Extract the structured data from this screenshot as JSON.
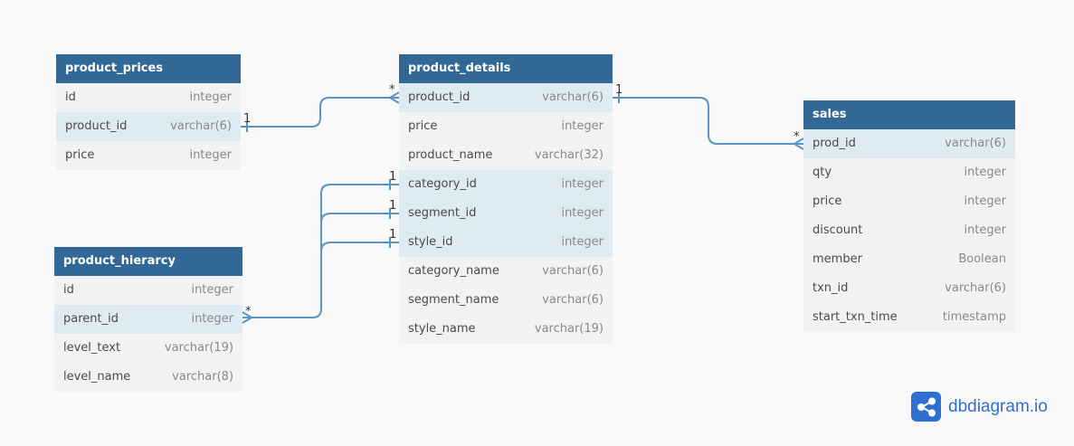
{
  "tables": {
    "product_prices": {
      "name": "product_prices",
      "columns": [
        {
          "name": "id",
          "type": "integer"
        },
        {
          "name": "product_id",
          "type": "varchar(6)"
        },
        {
          "name": "price",
          "type": "integer"
        }
      ]
    },
    "product_hierarcy": {
      "name": "product_hierarcy",
      "columns": [
        {
          "name": "id",
          "type": "integer"
        },
        {
          "name": "parent_id",
          "type": "integer"
        },
        {
          "name": "level_text",
          "type": "varchar(19)"
        },
        {
          "name": "level_name",
          "type": "varchar(8)"
        }
      ]
    },
    "product_details": {
      "name": "product_details",
      "columns": [
        {
          "name": "product_id",
          "type": "varchar(6)"
        },
        {
          "name": "price",
          "type": "integer"
        },
        {
          "name": "product_name",
          "type": "varchar(32)"
        },
        {
          "name": "category_id",
          "type": "integer"
        },
        {
          "name": "segment_id",
          "type": "integer"
        },
        {
          "name": "style_id",
          "type": "integer"
        },
        {
          "name": "category_name",
          "type": "varchar(6)"
        },
        {
          "name": "segment_name",
          "type": "varchar(6)"
        },
        {
          "name": "style_name",
          "type": "varchar(19)"
        }
      ]
    },
    "sales": {
      "name": "sales",
      "columns": [
        {
          "name": "prod_id",
          "type": "varchar(6)"
        },
        {
          "name": "qty",
          "type": "integer"
        },
        {
          "name": "price",
          "type": "integer"
        },
        {
          "name": "discount",
          "type": "integer"
        },
        {
          "name": "member",
          "type": "Boolean"
        },
        {
          "name": "txn_id",
          "type": "varchar(6)"
        },
        {
          "name": "start_txn_time",
          "type": "timestamp"
        }
      ]
    }
  },
  "relations": {
    "prices_to_details": {
      "from_card": "1",
      "to_card": "*"
    },
    "details_to_sales": {
      "from_card": "1",
      "to_card": "*"
    },
    "category_to_hierarchy": {
      "from_card": "1"
    },
    "segment_to_hierarchy": {
      "from_card": "1"
    },
    "style_to_hierarchy": {
      "from_card": "1"
    },
    "hierarchy_many": {
      "card": "*"
    }
  },
  "brand": {
    "text": "dbdiagram.io",
    "color": "#2f6fd1",
    "icon": "share-nodes-icon"
  },
  "colors": {
    "header": "#316896",
    "highlight_row": "#dfebf3",
    "row": "#f2f2f2",
    "link": "#5a93c5"
  }
}
